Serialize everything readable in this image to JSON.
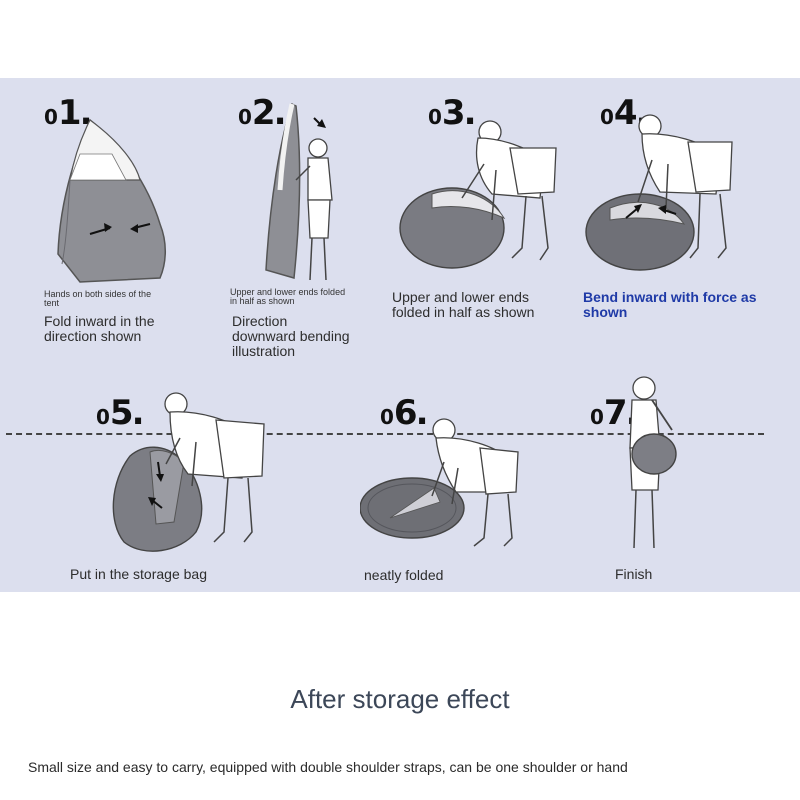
{
  "colors": {
    "panel_bg": "#dcdfee",
    "tent_gray": "#8e8f95",
    "tent_dark": "#6e6f75",
    "highlight_blue": "#1f3aa7"
  },
  "steps": [
    {
      "prefix": "0",
      "number": "1.",
      "note": "Hands on both sides of the\ntent",
      "caption": "Fold inward in the\ndirection shown"
    },
    {
      "prefix": "0",
      "number": "2.",
      "note": "Upper and lower ends folded\nin half as shown",
      "caption": "Direction\ndownward bending\nillustration"
    },
    {
      "prefix": "0",
      "number": "3.",
      "note": "",
      "caption": "Upper and lower ends\nfolded in half as shown"
    },
    {
      "prefix": "0",
      "number": "4.",
      "note": "",
      "caption": "Bend inward with force as\nshown"
    },
    {
      "prefix": "0",
      "number": "5.",
      "note": "",
      "caption": "Put in the storage bag"
    },
    {
      "prefix": "0",
      "number": "6.",
      "note": "",
      "caption": "neatly folded"
    },
    {
      "prefix": "0",
      "number": "7.",
      "note": "",
      "caption": "Finish"
    }
  ],
  "after_title": "After storage effect",
  "footer_text": "Small size and easy to carry, equipped with double shoulder straps, can be one shoulder or hand"
}
